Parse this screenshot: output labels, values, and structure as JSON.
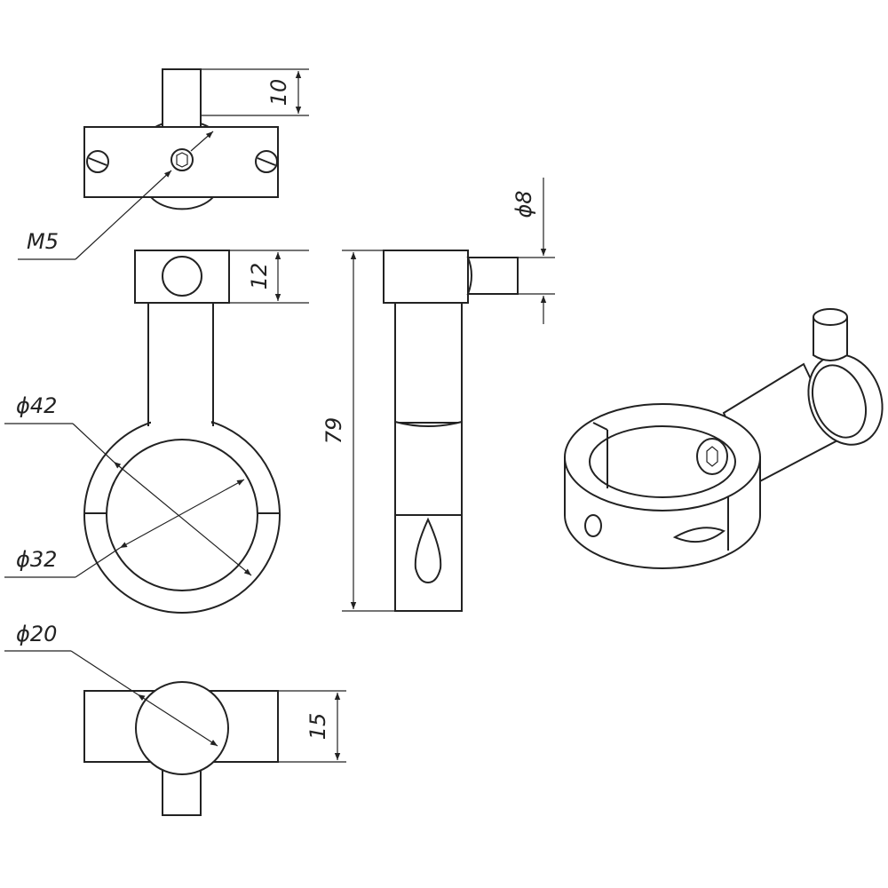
{
  "drawing": {
    "title": "Clamp bracket technical drawing",
    "dimensions": {
      "pin_height": "10",
      "thread": "M5",
      "pin_diameter": "ϕ8",
      "block_height": "12",
      "overall_length": "79",
      "ring_outer_diameter": "ϕ42",
      "ring_inner_diameter": "ϕ32",
      "stem_diameter": "ϕ20",
      "ring_width": "15"
    }
  }
}
